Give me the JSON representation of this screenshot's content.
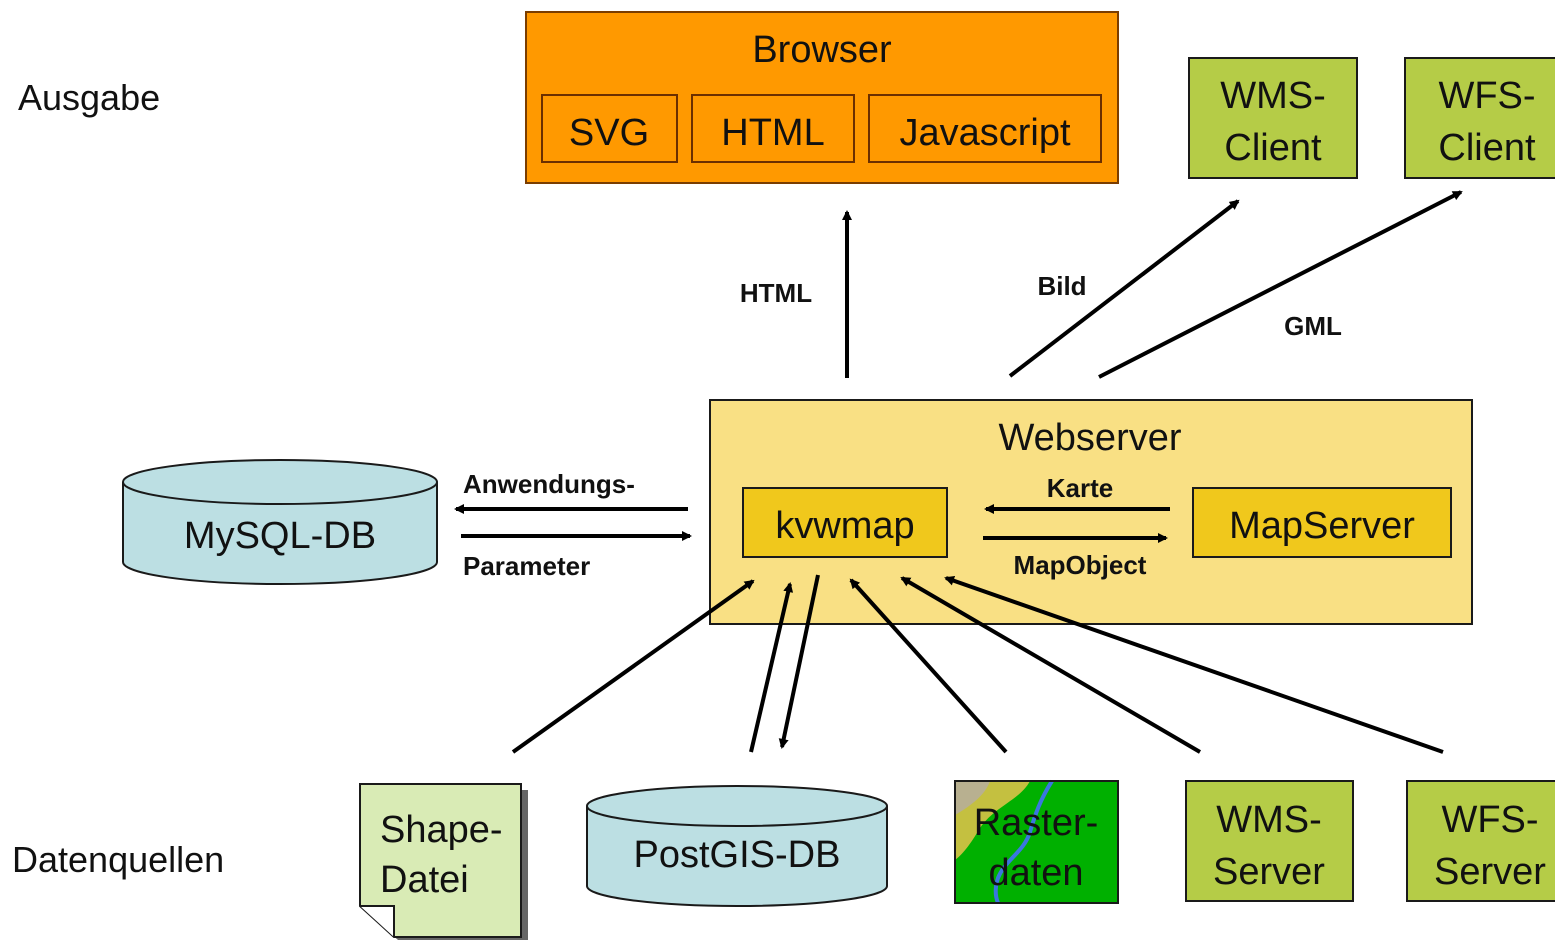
{
  "labels": {
    "output": "Ausgabe",
    "sources": "Datenquellen"
  },
  "browser": {
    "title": "Browser",
    "items": [
      "SVG",
      "HTML",
      "Javascript"
    ]
  },
  "clients": {
    "wms": [
      "WMS-",
      "Client"
    ],
    "wfs": [
      "WFS-",
      "Client"
    ]
  },
  "webserver": {
    "title": "Webserver",
    "kvwmap": "kvwmap",
    "mapserver": "MapServer"
  },
  "mysql": "MySQL-DB",
  "edges": {
    "html": "HTML",
    "bild": "Bild",
    "gml": "GML",
    "anwendungs": "Anwendungs-",
    "parameter": "Parameter",
    "karte": "Karte",
    "mapobject": "MapObject"
  },
  "datasources": {
    "shape": [
      "Shape-",
      "Datei"
    ],
    "postgis": "PostGIS-DB",
    "raster": [
      "Raster-",
      "daten"
    ],
    "wms_server": [
      "WMS-",
      "Server"
    ],
    "wfs_server": [
      "WFS-",
      "Server"
    ]
  },
  "colors": {
    "browser": "#ff9900",
    "browser_border": "#b35900",
    "green_box": "#b5cc47",
    "webserver": "#f9e084",
    "inner_box": "#f0c81c",
    "db": "#bcdfe3",
    "shape": "#d9ebb5",
    "raster_green": "#00b000",
    "raster_olive": "#c4c040",
    "raster_water": "#3a77e0"
  }
}
